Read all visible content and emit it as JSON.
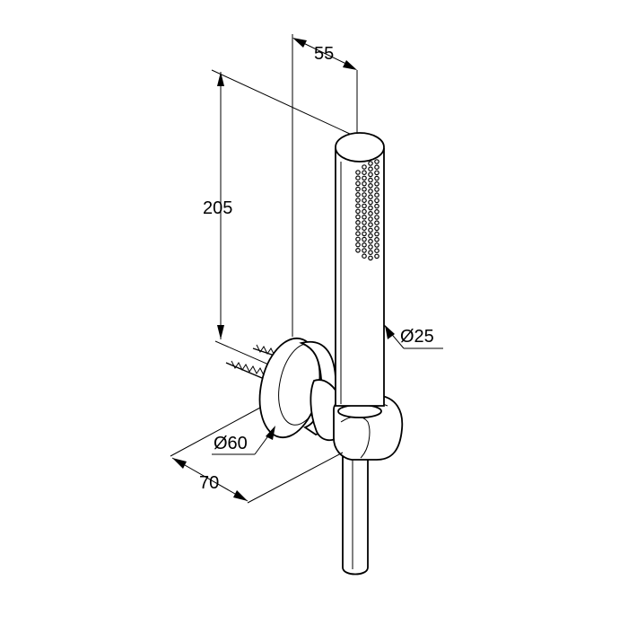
{
  "dimensions": {
    "offset_width": "55",
    "height": "205",
    "handset_diameter": "Ø25",
    "flange_diameter": "Ø60",
    "projection": "70"
  }
}
